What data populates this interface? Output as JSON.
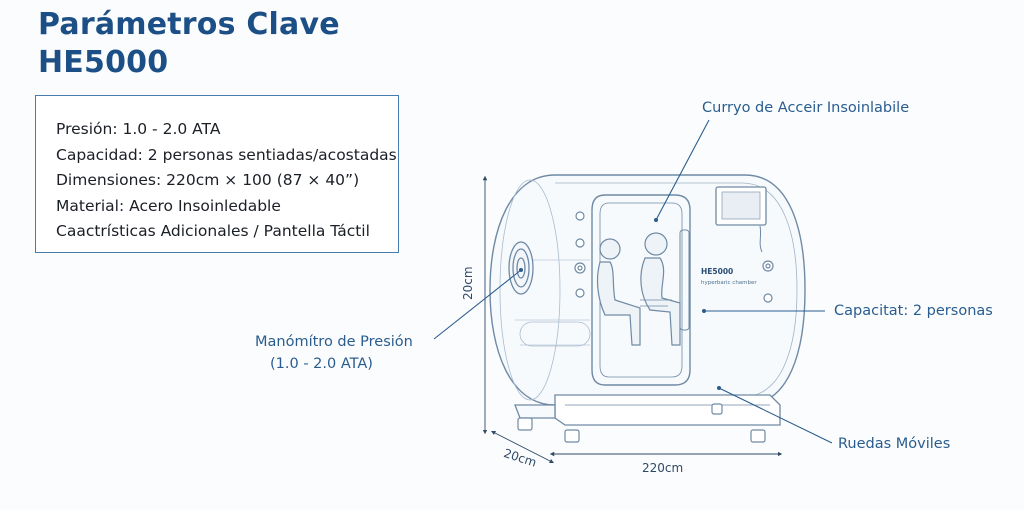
{
  "title": {
    "line1": "Parámetros Clave",
    "line2": "HE5000"
  },
  "specs": [
    "Presión: 1.0 - 2.0 ATA",
    "Capacidad: 2 personas sentiadas/acostadas",
    "Dimensiones: 220cm × 100 (87 × 40”)",
    "Material: Acero Insoinledable",
    "Caactrísticas Adicionales / Pantella Táctil"
  ],
  "callouts": {
    "door": "Curryo de Acceir Insoinlabile",
    "capacity": "Capacitat: 2 personas",
    "gauge_line1": "Manómítro de Presión",
    "gauge_line2": "(1.0 - 2.0 ATA)",
    "wheels": "Ruedas Móviles"
  },
  "chamber": {
    "model": "HE5000",
    "subtitle": "hyperbaric chamber"
  },
  "dimensions": {
    "height": "20cm",
    "depth": "20cm",
    "length": "220cm"
  },
  "colors": {
    "title": "#1c4f86",
    "line": "#2a5d8f",
    "sketch": "#6f8aa5"
  }
}
